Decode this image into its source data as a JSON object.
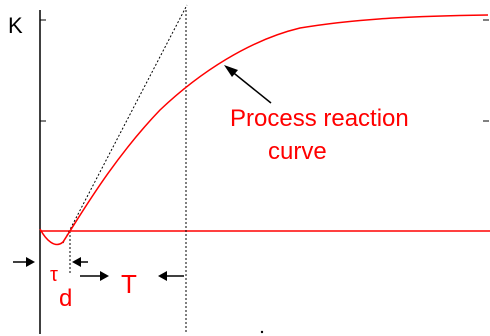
{
  "labels": {
    "y_axis": "K",
    "curve_line1": "Process reaction",
    "curve_line2": "curve",
    "tau": "τ",
    "tau_sub": "d",
    "time_constant": "T"
  },
  "colors": {
    "curve": "#ff0000",
    "ink": "#000000",
    "background": "#ffffff"
  }
}
